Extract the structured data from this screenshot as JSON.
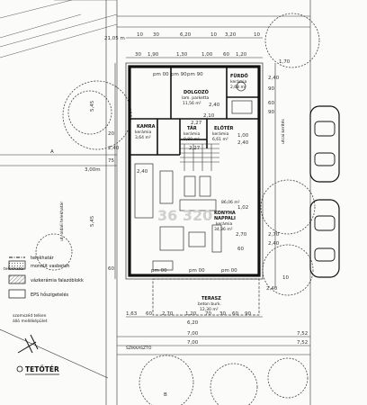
{
  "rooms": {
    "dolgozo": {
      "name": "DOLGOZÓ",
      "floor": "lam. parketta",
      "area": "11,56 m²"
    },
    "furdo": {
      "name": "FÜRDŐ",
      "floor": "kerámia",
      "area": "2,68 m²"
    },
    "kamra": {
      "name": "KAMRA",
      "floor": "kerámia",
      "area": "3,64 m²"
    },
    "tar": {
      "name": "TÁR",
      "floor": "kerámia",
      "area": "0,80 m²"
    },
    "eloter": {
      "name": "ELŐTÉR",
      "floor": "kerámia",
      "area": "6,61 m²"
    },
    "konyha": {
      "name": "KONYHA",
      "floor": "NAPPALI",
      "extra": "kerámia",
      "area": "34,36 m²"
    },
    "terasz": {
      "name": "TERASZ",
      "floor": "beton burk.",
      "area": "12,30 m²"
    }
  },
  "floor_total": "86,06 m²",
  "watermark": "36 320",
  "pm_labels": [
    "pm 00",
    "pm 90",
    "pm 90",
    "pm 00",
    "pm 00",
    "pm 00"
  ],
  "dims": {
    "top": [
      "21,05 m",
      "10",
      "30",
      "6,20",
      "10",
      "3,20",
      "10"
    ],
    "top2": [
      "30",
      "1,90",
      "1,30",
      "1,00",
      "60",
      "1,20"
    ],
    "bottom": [
      "1,63",
      "60",
      "2,70",
      "1,20",
      "70",
      "30",
      "60",
      "90"
    ],
    "bottom_rows": [
      "6,20",
      "7,00",
      "7,00"
    ],
    "bottom_right": [
      "7,52",
      "7,52"
    ],
    "left": [
      "5,45",
      "20",
      "2,40",
      "75",
      "3,00m",
      "5,45",
      "60"
    ],
    "right": [
      "1,70",
      "2,40",
      "90",
      "60",
      "90",
      "2,70",
      "2,40",
      "2,40",
      "10"
    ],
    "inner": [
      "2,10",
      "2,27",
      "1,00",
      "2,40",
      "2,27",
      "2,70",
      "1,02",
      "60",
      "2,40",
      "2,40"
    ]
  },
  "misc": {
    "kiemelt": "szomszéd telken",
    "kiemelt2": "álló melléképület",
    "szikkaszto": "SZIKKASZTÓ",
    "utca": "utcai kerítés",
    "axis_a": "A",
    "axis_b": "B",
    "boundary": "telekhatár",
    "side_label": "ut. oldali telekhatár"
  },
  "legend": [
    {
      "label": "telekhatár",
      "pattern": "line"
    },
    {
      "label": "monolit vasbeton",
      "pattern": "dots"
    },
    {
      "label": "vázkerámia falazóblokk",
      "pattern": "hatch"
    },
    {
      "label": "EPS hőszigetelés",
      "pattern": "empty"
    }
  ],
  "floor_label": "TETŐTÉR"
}
